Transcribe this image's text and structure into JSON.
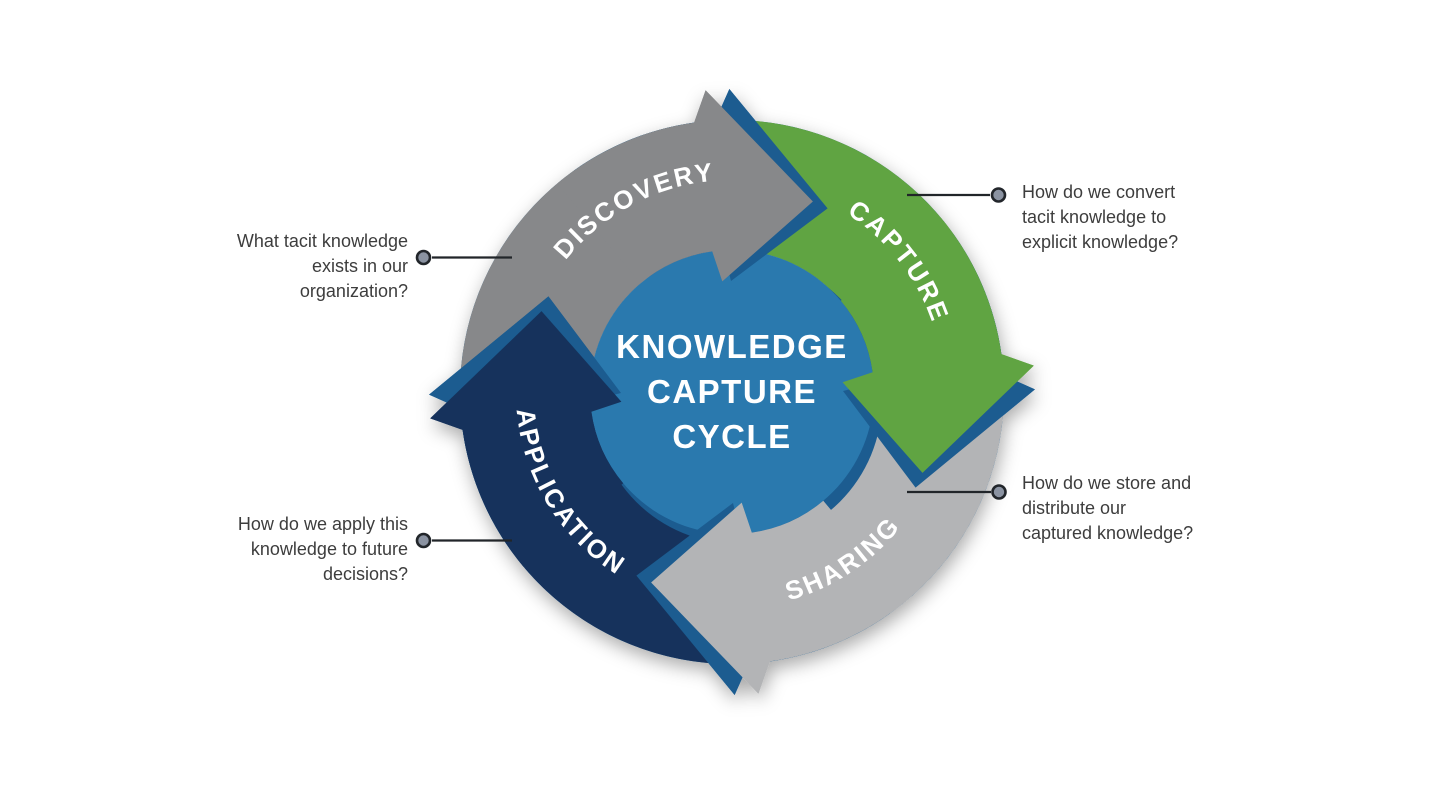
{
  "diagram": {
    "title_lines": [
      "KNOWLEDGE",
      "CAPTURE",
      "CYCLE"
    ],
    "center_color": "#2b79ae",
    "edge_color": "#1b5c90",
    "segments": [
      {
        "id": "discovery",
        "label": "DISCOVERY",
        "color": "#87888a"
      },
      {
        "id": "capture",
        "label": "CAPTURE",
        "color": "#60a443"
      },
      {
        "id": "sharing",
        "label": "SHARING",
        "color": "#b3b4b6"
      },
      {
        "id": "application",
        "label": "APPLICATION",
        "color": "#14335c"
      }
    ],
    "callouts": [
      {
        "id": "discovery-question",
        "side": "left",
        "lines": [
          "What tacit knowledge",
          "exists in our",
          "organization?"
        ]
      },
      {
        "id": "capture-question",
        "side": "right",
        "lines": [
          "How do we convert",
          "tacit knowledge to",
          "explicit knowledge?"
        ]
      },
      {
        "id": "sharing-question",
        "side": "right",
        "lines": [
          "How do we store and",
          "distribute our",
          "captured knowledge?"
        ]
      },
      {
        "id": "application-question",
        "side": "left",
        "lines": [
          "How do we apply this",
          "knowledge to future",
          "decisions?"
        ]
      }
    ],
    "connector": {
      "line_color": "#212529",
      "dot_fill": "#8b93a2",
      "dot_border": "#22262b"
    }
  }
}
